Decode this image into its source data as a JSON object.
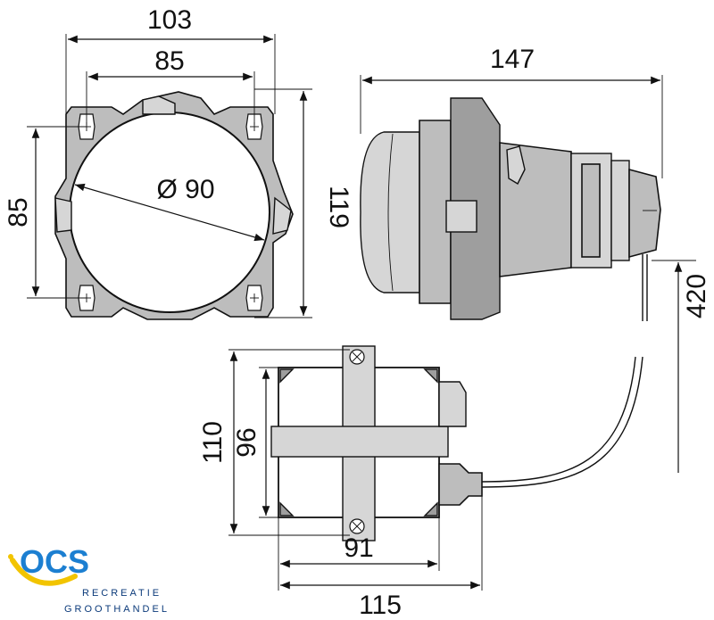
{
  "dimensions": {
    "front_width_outer": "103",
    "front_width_inner": "85",
    "front_height_inner": "85",
    "front_height_outer": "119",
    "front_diameter": "Ø 90",
    "side_depth": "147",
    "cable_length": "420",
    "ballast_height_outer": "110",
    "ballast_height_inner": "96",
    "ballast_width_inner": "91",
    "ballast_width_outer": "115"
  },
  "logo": {
    "letters": "OCS",
    "line1": "RECREATIE",
    "line2": "GROOTHANDEL",
    "colors": {
      "blue": "#1c7fd1",
      "navy": "#0b3a7a",
      "yellow": "#f2c400"
    }
  }
}
